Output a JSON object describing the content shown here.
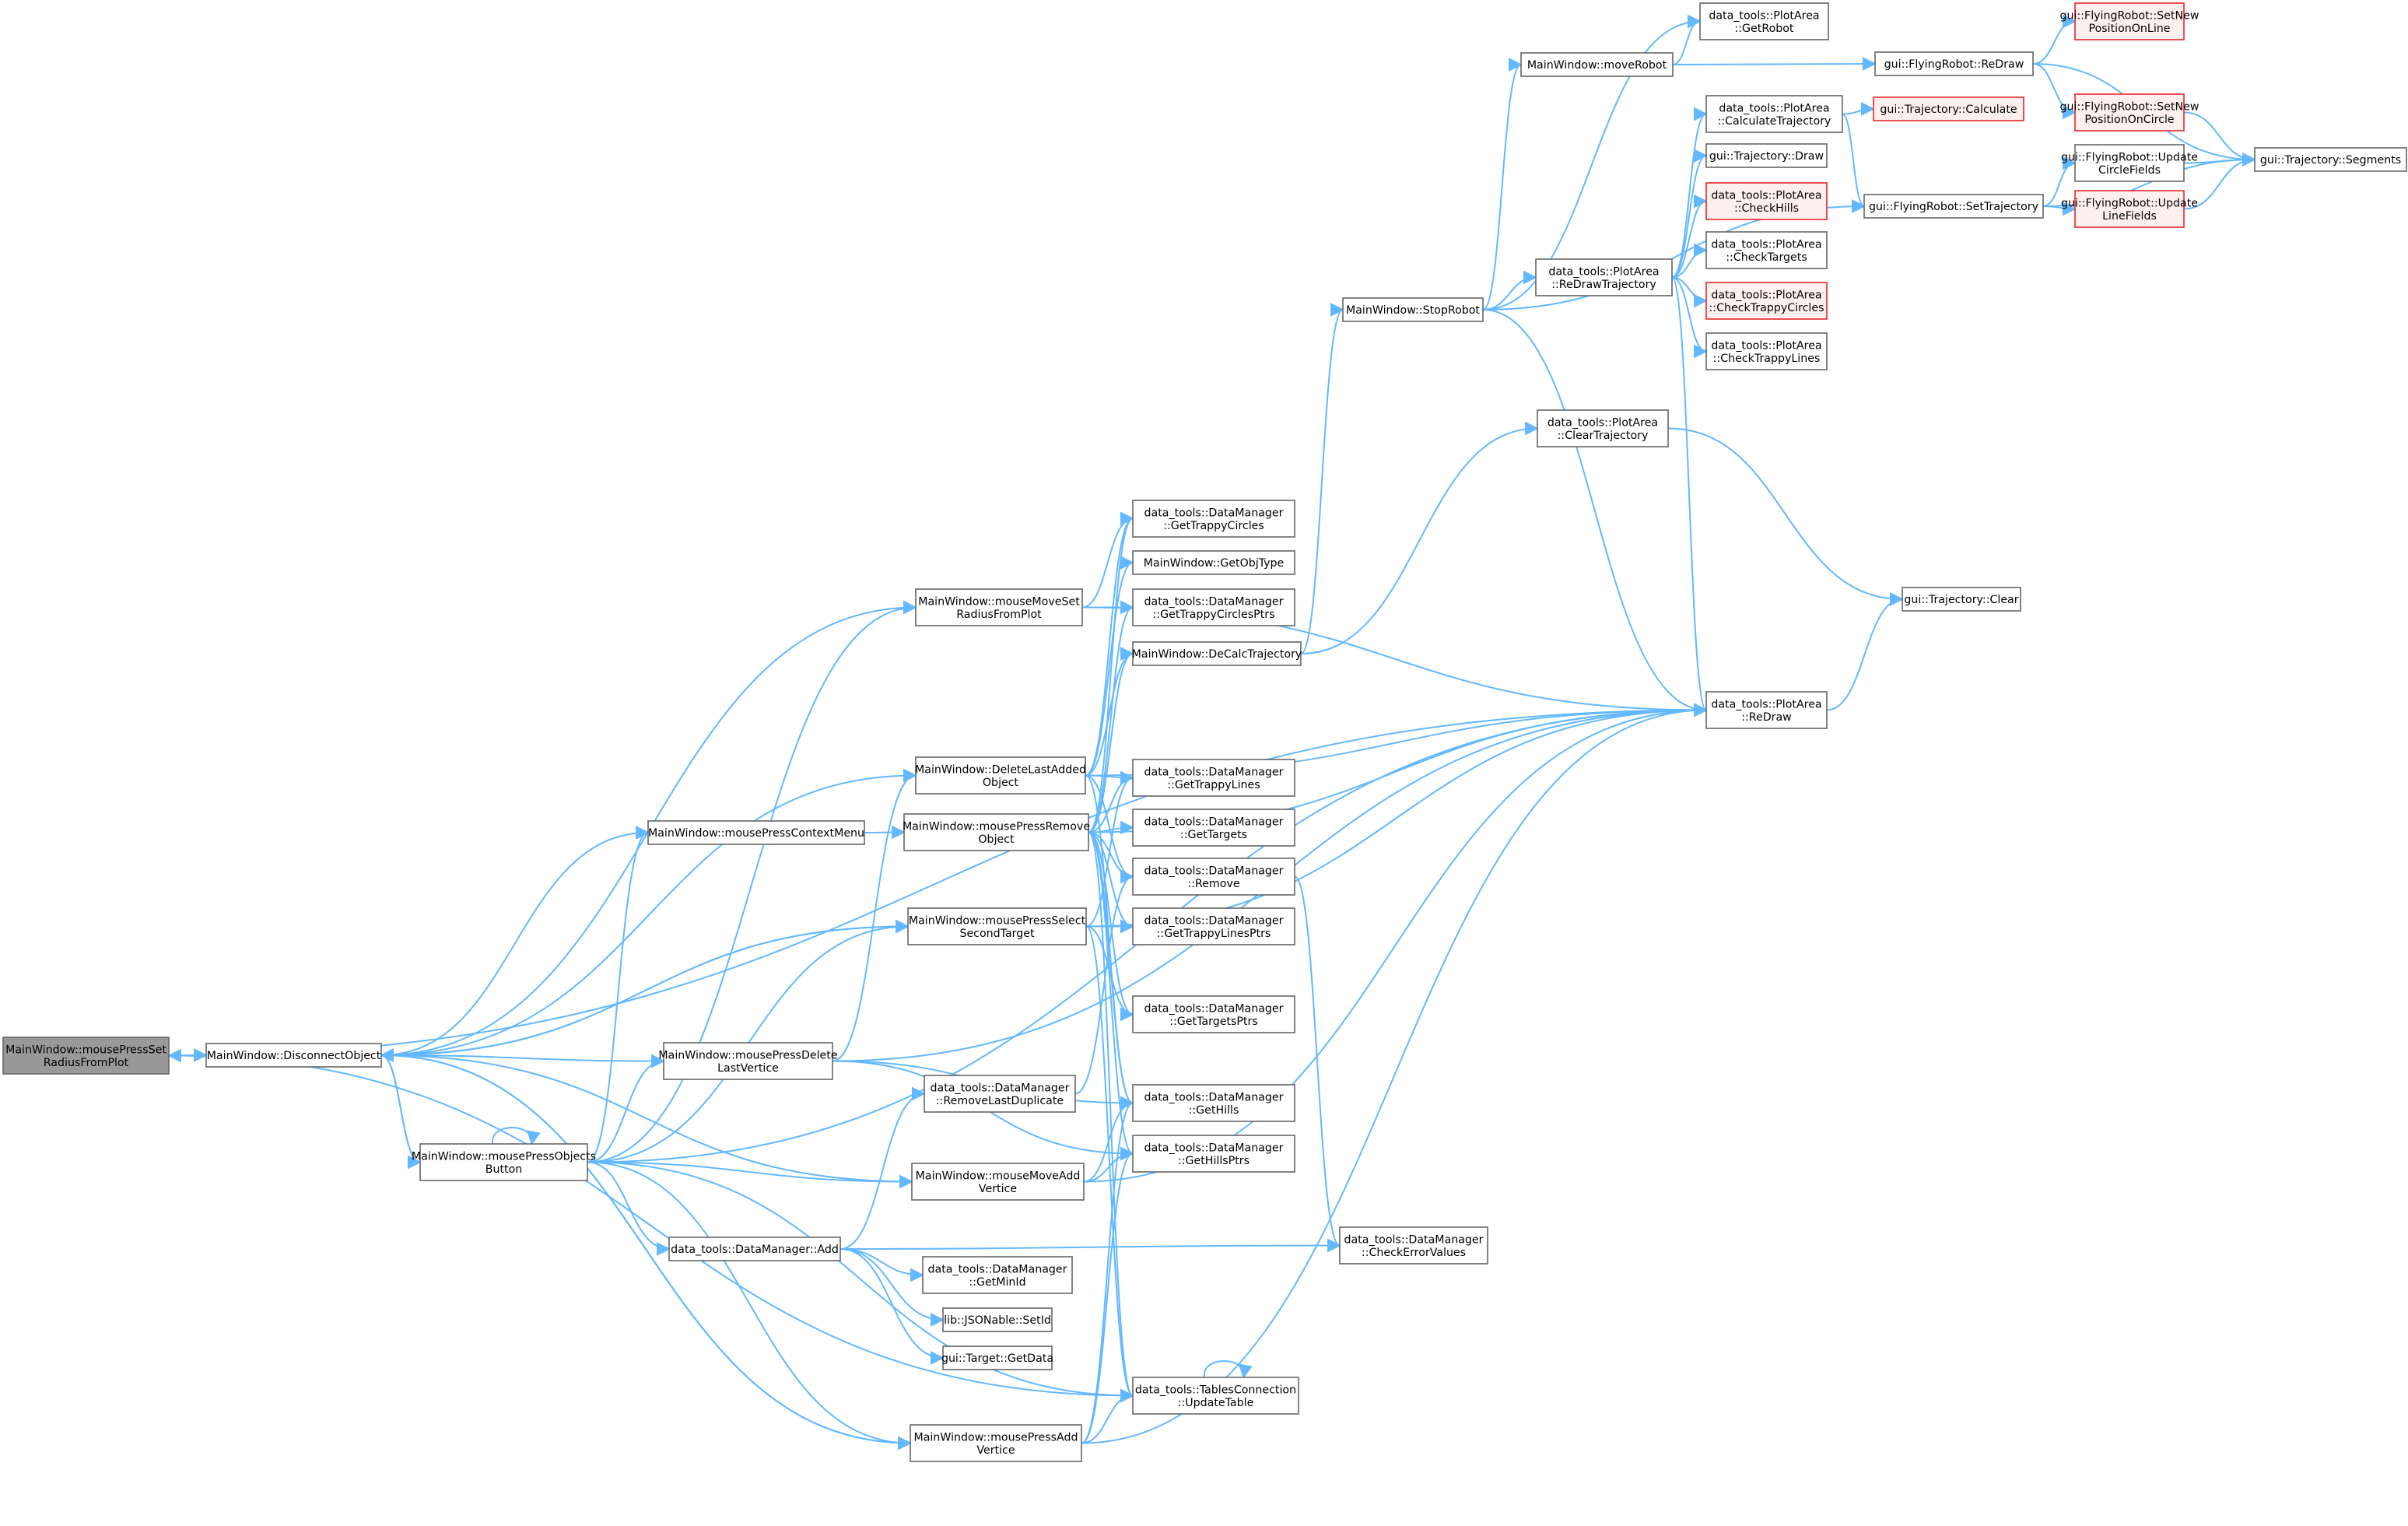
{
  "diagram": {
    "title": "",
    "nodes": [
      {
        "id": "root",
        "lines": [
          "MainWindow::mousePressSet",
          "RadiusFromPlot"
        ],
        "style": "root"
      },
      {
        "id": "disconnect",
        "lines": [
          "MainWindow::DisconnectObject"
        ]
      },
      {
        "id": "pressObjects",
        "lines": [
          "MainWindow::mousePressObjects",
          "Button"
        ]
      },
      {
        "id": "contextMenu",
        "lines": [
          "MainWindow::mousePressContextMenu"
        ]
      },
      {
        "id": "pressDelete",
        "lines": [
          "MainWindow::mousePressDelete",
          "LastVertice"
        ]
      },
      {
        "id": "dmAdd",
        "lines": [
          "data_tools::DataManager::Add"
        ]
      },
      {
        "id": "moveSetRadius",
        "lines": [
          "MainWindow::mouseMoveSet",
          "RadiusFromPlot"
        ]
      },
      {
        "id": "deleteLast",
        "lines": [
          "MainWindow::DeleteLastAdded",
          "Object"
        ]
      },
      {
        "id": "pressRemove",
        "lines": [
          "MainWindow::mousePressRemove",
          "Object"
        ]
      },
      {
        "id": "pressSelect",
        "lines": [
          "MainWindow::mousePressSelect",
          "SecondTarget"
        ]
      },
      {
        "id": "removeDup",
        "lines": [
          "data_tools::DataManager",
          "::RemoveLastDuplicate"
        ]
      },
      {
        "id": "moveAddVertice",
        "lines": [
          "MainWindow::mouseMoveAdd",
          "Vertice"
        ]
      },
      {
        "id": "getMinId",
        "lines": [
          "data_tools::DataManager",
          "::GetMinId"
        ]
      },
      {
        "id": "setId",
        "lines": [
          "lib::JSONable::SetId"
        ]
      },
      {
        "id": "getData",
        "lines": [
          "gui::Target::GetData"
        ]
      },
      {
        "id": "pressAddVertice",
        "lines": [
          "MainWindow::mousePressAdd",
          "Vertice"
        ]
      },
      {
        "id": "getTrappyCircles",
        "lines": [
          "data_tools::DataManager",
          "::GetTrappyCircles"
        ]
      },
      {
        "id": "getObjType",
        "lines": [
          "MainWindow::GetObjType"
        ]
      },
      {
        "id": "getTrappyCirclesPtrs",
        "lines": [
          "data_tools::DataManager",
          "::GetTrappyCirclesPtrs"
        ]
      },
      {
        "id": "deCalc",
        "lines": [
          "MainWindow::DeCalcTrajectory"
        ]
      },
      {
        "id": "getTrappyLines",
        "lines": [
          "data_tools::DataManager",
          "::GetTrappyLines"
        ]
      },
      {
        "id": "getTargets",
        "lines": [
          "data_tools::DataManager",
          "::GetTargets"
        ]
      },
      {
        "id": "dmRemove",
        "lines": [
          "data_tools::DataManager",
          "::Remove"
        ]
      },
      {
        "id": "getTrappyLinesPtrs",
        "lines": [
          "data_tools::DataManager",
          "::GetTrappyLinesPtrs"
        ]
      },
      {
        "id": "getTargetsPtrs",
        "lines": [
          "data_tools::DataManager",
          "::GetTargetsPtrs"
        ]
      },
      {
        "id": "getHills",
        "lines": [
          "data_tools::DataManager",
          "::GetHills"
        ]
      },
      {
        "id": "getHillsPtrs",
        "lines": [
          "data_tools::DataManager",
          "::GetHillsPtrs"
        ]
      },
      {
        "id": "updateTable",
        "lines": [
          "data_tools::TablesConnection",
          "::UpdateTable"
        ]
      },
      {
        "id": "moveRobot",
        "lines": [
          "MainWindow::moveRobot"
        ]
      },
      {
        "id": "stopRobot",
        "lines": [
          "MainWindow::StopRobot"
        ]
      },
      {
        "id": "getRobot",
        "lines": [
          "data_tools::PlotArea",
          "::GetRobot"
        ]
      },
      {
        "id": "calcTraj",
        "lines": [
          "data_tools::PlotArea",
          "::CalculateTrajectory"
        ]
      },
      {
        "id": "trajDraw",
        "lines": [
          "gui::Trajectory::Draw"
        ]
      },
      {
        "id": "checkHills",
        "lines": [
          "data_tools::PlotArea",
          "::CheckHills"
        ],
        "style": "red"
      },
      {
        "id": "checkTargets",
        "lines": [
          "data_tools::PlotArea",
          "::CheckTargets"
        ]
      },
      {
        "id": "checkTrappyCircles",
        "lines": [
          "data_tools::PlotArea",
          "::CheckTrappyCircles"
        ],
        "style": "red"
      },
      {
        "id": "checkTrappyLines",
        "lines": [
          "data_tools::PlotArea",
          "::CheckTrappyLines"
        ]
      },
      {
        "id": "reDrawTraj",
        "lines": [
          "data_tools::PlotArea",
          "::ReDrawTrajectory"
        ]
      },
      {
        "id": "clearTraj",
        "lines": [
          "data_tools::PlotArea",
          "::ClearTrajectory"
        ]
      },
      {
        "id": "plotReDraw",
        "lines": [
          "data_tools::PlotArea",
          "::ReDraw"
        ]
      },
      {
        "id": "checkErrorValues",
        "lines": [
          "data_tools::DataManager",
          "::CheckErrorValues"
        ]
      },
      {
        "id": "trajCalculate",
        "lines": [
          "gui::Trajectory::Calculate"
        ],
        "style": "red"
      },
      {
        "id": "robotReDraw",
        "lines": [
          "gui::FlyingRobot::ReDraw"
        ]
      },
      {
        "id": "setTrajectory",
        "lines": [
          "gui::FlyingRobot::SetTrajectory"
        ]
      },
      {
        "id": "trajClear",
        "lines": [
          "gui::Trajectory::Clear"
        ]
      },
      {
        "id": "setNewPosLine",
        "lines": [
          "gui::FlyingRobot::SetNew",
          "PositionOnLine"
        ],
        "style": "red"
      },
      {
        "id": "setNewPosCircle",
        "lines": [
          "gui::FlyingRobot::SetNew",
          "PositionOnCircle"
        ],
        "style": "red"
      },
      {
        "id": "updateCircle",
        "lines": [
          "gui::FlyingRobot::Update",
          "CircleFields"
        ]
      },
      {
        "id": "updateLine",
        "lines": [
          "gui::FlyingRobot::Update",
          "LineFields"
        ],
        "style": "red"
      },
      {
        "id": "trajSegments",
        "lines": [
          "gui::Trajectory::Segments"
        ]
      }
    ],
    "edges": [
      [
        "root",
        "disconnect"
      ],
      [
        "root",
        "plotReDraw"
      ],
      [
        "root",
        "updateTable"
      ],
      [
        "disconnect",
        "root"
      ],
      [
        "disconnect",
        "pressObjects"
      ],
      [
        "disconnect",
        "contextMenu"
      ],
      [
        "disconnect",
        "pressDelete"
      ],
      [
        "disconnect",
        "moveSetRadius"
      ],
      [
        "disconnect",
        "pressSelect"
      ],
      [
        "disconnect",
        "moveAddVertice"
      ],
      [
        "disconnect",
        "pressAddVertice"
      ],
      [
        "pressObjects",
        "disconnect"
      ],
      [
        "pressObjects",
        "pressObjects"
      ],
      [
        "pressObjects",
        "contextMenu"
      ],
      [
        "pressObjects",
        "pressDelete"
      ],
      [
        "pressObjects",
        "dmAdd"
      ],
      [
        "pressObjects",
        "moveSetRadius"
      ],
      [
        "pressObjects",
        "pressSelect"
      ],
      [
        "pressObjects",
        "moveAddVertice"
      ],
      [
        "pressObjects",
        "pressAddVertice"
      ],
      [
        "pressObjects",
        "updateTable"
      ],
      [
        "pressObjects",
        "plotReDraw"
      ],
      [
        "contextMenu",
        "pressRemove"
      ],
      [
        "pressDelete",
        "deleteLast"
      ],
      [
        "pressDelete",
        "getHills"
      ],
      [
        "pressDelete",
        "getHillsPtrs"
      ],
      [
        "pressDelete",
        "plotReDraw"
      ],
      [
        "dmAdd",
        "removeDup"
      ],
      [
        "dmAdd",
        "getMinId"
      ],
      [
        "dmAdd",
        "setId"
      ],
      [
        "dmAdd",
        "getData"
      ],
      [
        "dmAdd",
        "checkErrorValues"
      ],
      [
        "moveSetRadius",
        "getTrappyCircles"
      ],
      [
        "moveSetRadius",
        "getTrappyCirclesPtrs"
      ],
      [
        "moveSetRadius",
        "plotReDraw"
      ],
      [
        "deleteLast",
        "disconnect"
      ],
      [
        "deleteLast",
        "getTrappyCircles"
      ],
      [
        "deleteLast",
        "getObjType"
      ],
      [
        "deleteLast",
        "deCalc"
      ],
      [
        "deleteLast",
        "getTrappyLines"
      ],
      [
        "deleteLast",
        "dmRemove"
      ],
      [
        "deleteLast",
        "getHills"
      ],
      [
        "deleteLast",
        "plotReDraw"
      ],
      [
        "pressRemove",
        "getTrappyCircles"
      ],
      [
        "pressRemove",
        "getTrappyCirclesPtrs"
      ],
      [
        "pressRemove",
        "deCalc"
      ],
      [
        "pressRemove",
        "getTrappyLines"
      ],
      [
        "pressRemove",
        "getTargets"
      ],
      [
        "pressRemove",
        "dmRemove"
      ],
      [
        "pressRemove",
        "getTrappyLinesPtrs"
      ],
      [
        "pressRemove",
        "getTargetsPtrs"
      ],
      [
        "pressRemove",
        "getHills"
      ],
      [
        "pressRemove",
        "getHillsPtrs"
      ],
      [
        "pressRemove",
        "updateTable"
      ],
      [
        "pressRemove",
        "plotReDraw"
      ],
      [
        "pressSelect",
        "disconnect"
      ],
      [
        "pressSelect",
        "getTrappyLines"
      ],
      [
        "pressSelect",
        "getTrappyLinesPtrs"
      ],
      [
        "pressSelect",
        "getTargetsPtrs"
      ],
      [
        "pressSelect",
        "updateTable"
      ],
      [
        "pressSelect",
        "plotReDraw"
      ],
      [
        "removeDup",
        "dmRemove"
      ],
      [
        "moveAddVertice",
        "getHills"
      ],
      [
        "moveAddVertice",
        "getHillsPtrs"
      ],
      [
        "moveAddVertice",
        "plotReDraw"
      ],
      [
        "pressAddVertice",
        "disconnect"
      ],
      [
        "pressAddVertice",
        "getHills"
      ],
      [
        "pressAddVertice",
        "getHillsPtrs"
      ],
      [
        "pressAddVertice",
        "updateTable"
      ],
      [
        "pressAddVertice",
        "plotReDraw"
      ],
      [
        "dmRemove",
        "checkErrorValues"
      ],
      [
        "updateTable",
        "updateTable"
      ],
      [
        "deCalc",
        "stopRobot"
      ],
      [
        "deCalc",
        "clearTraj"
      ],
      [
        "stopRobot",
        "getRobot"
      ],
      [
        "stopRobot",
        "moveRobot"
      ],
      [
        "stopRobot",
        "reDrawTraj"
      ],
      [
        "stopRobot",
        "setTrajectory"
      ],
      [
        "stopRobot",
        "plotReDraw"
      ],
      [
        "moveRobot",
        "getRobot"
      ],
      [
        "moveRobot",
        "robotReDraw"
      ],
      [
        "reDrawTraj",
        "calcTraj"
      ],
      [
        "reDrawTraj",
        "trajDraw"
      ],
      [
        "reDrawTraj",
        "checkHills"
      ],
      [
        "reDrawTraj",
        "checkTargets"
      ],
      [
        "reDrawTraj",
        "checkTrappyCircles"
      ],
      [
        "reDrawTraj",
        "checkTrappyLines"
      ],
      [
        "reDrawTraj",
        "plotReDraw"
      ],
      [
        "calcTraj",
        "trajCalculate"
      ],
      [
        "calcTraj",
        "setTrajectory"
      ],
      [
        "clearTraj",
        "trajClear"
      ],
      [
        "plotReDraw",
        "trajClear"
      ],
      [
        "robotReDraw",
        "setNewPosLine"
      ],
      [
        "robotReDraw",
        "setNewPosCircle"
      ],
      [
        "robotReDraw",
        "trajSegments"
      ],
      [
        "setNewPosCircle",
        "trajSegments"
      ],
      [
        "setTrajectory",
        "updateCircle"
      ],
      [
        "setTrajectory",
        "updateLine"
      ],
      [
        "setTrajectory",
        "trajSegments"
      ],
      [
        "updateCircle",
        "trajSegments"
      ],
      [
        "updateLine",
        "trajSegments"
      ]
    ]
  }
}
